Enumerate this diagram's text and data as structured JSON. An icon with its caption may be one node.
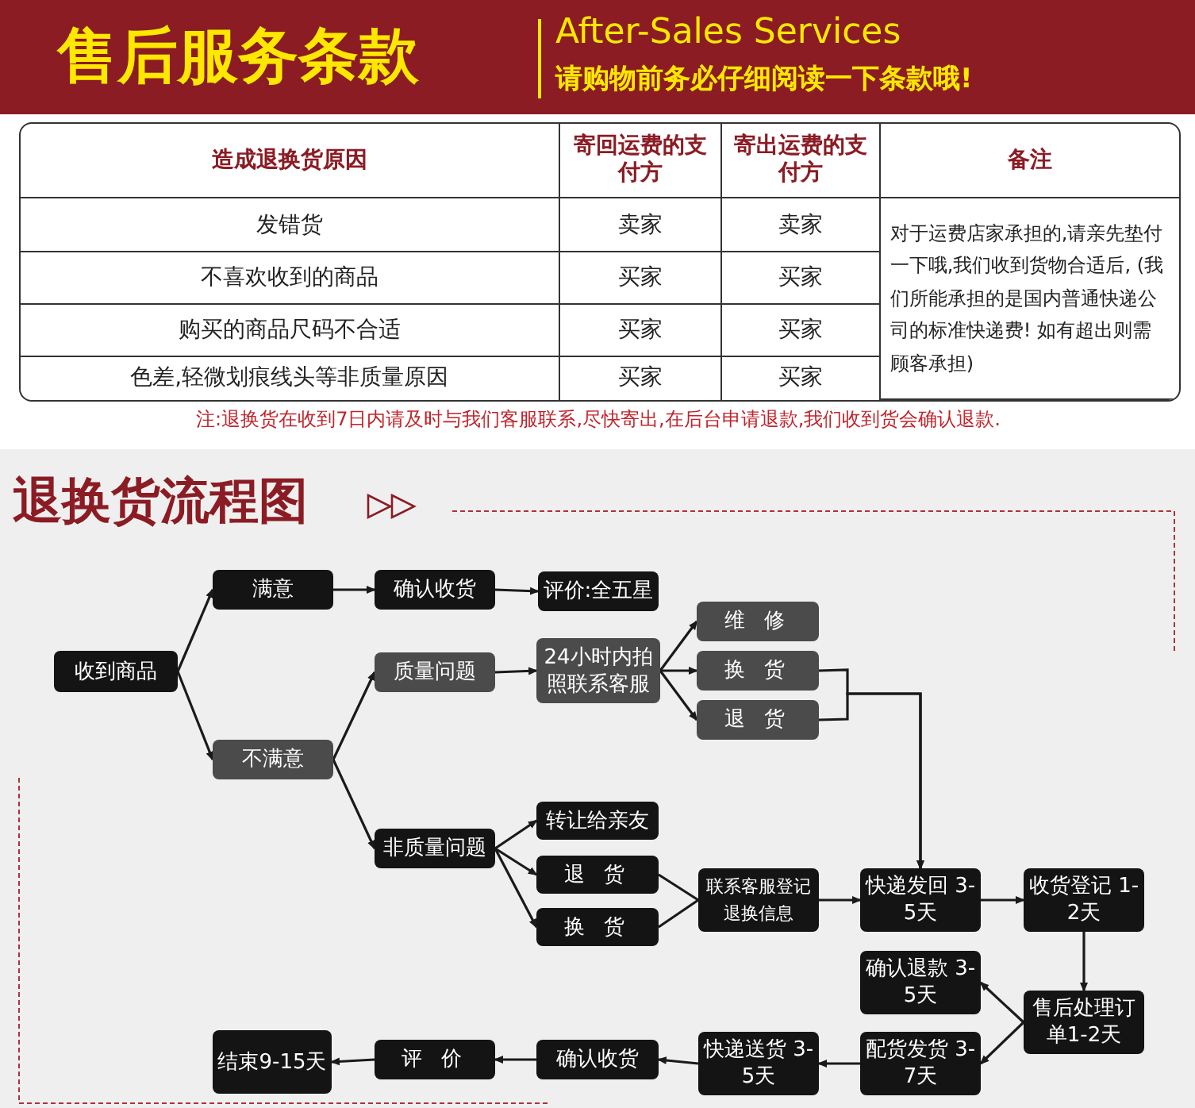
{
  "diagram": {
    "title": "售后服务条款",
    "nodes": [
      {
        "text": [
          "收到商品"
        ]
      },
      {
        "text": [
          "满意"
        ]
      },
      {
        "text": [
          "确认收货"
        ]
      },
      {
        "text": [
          "评价:全五星"
        ]
      },
      {
        "text": [
          "质量问题"
        ]
      },
      {
        "text": [
          "24小时内拍照联系客服"
        ]
      },
      {
        "text": [
          "不满意"
        ]
      },
      {
        "text": [
          "维 修"
        ]
      },
      {
        "text": [
          "换 货"
        ]
      },
      {
        "text": [
          "退 货"
        ]
      },
      {
        "text": [
          "非质量问题"
        ]
      },
      {
        "text": [
          "转让给亲友"
        ]
      },
      {
        "text": [
          "退 货"
        ]
      },
      {
        "text": [
          "换 货"
        ]
      },
      {
        "text": [
          "联系客服登记退换信息"
        ]
      },
      {
        "text": [
          "快递发回 3-5天"
        ]
      },
      {
        "text": [
          "收货登记 1-2天"
        ]
      },
      {
        "text": [
          "确认退款 3-5天"
        ]
      },
      {
        "text": [
          "售后处理订单1-2天"
        ]
      },
      {
        "text": [
          "配货发货 3-7天"
        ]
      },
      {
        "text": [
          "快递送货 3-5天"
        ]
      },
      {
        "text": [
          "确认收货"
        ]
      },
      {
        "text": [
          "评 价"
        ]
      },
      {
        "text": [
          "结束9-15天"
        ]
      }
    ],
    "edges": [
      {
        "from": 0,
        "to": 1,
        "arrow": "to"
      },
      {
        "from": 0,
        "to": 6,
        "arrow": "to"
      },
      {
        "from": 1,
        "to": 2,
        "arrow": "to"
      },
      {
        "from": 2,
        "to": 3,
        "arrow": "to"
      },
      {
        "from": 6,
        "to": 4,
        "arrow": "to"
      },
      {
        "from": 6,
        "to": 10,
        "arrow": "to"
      },
      {
        "from": 4,
        "to": 5,
        "arrow": "to"
      },
      {
        "from": 5,
        "to": 7,
        "arrow": "to"
      },
      {
        "from": 5,
        "to": 8,
        "arrow": "to"
      },
      {
        "from": 5,
        "to": 9,
        "arrow": "to"
      },
      {
        "from": 8,
        "to": 15,
        "arrow": "to"
      },
      {
        "from": 9,
        "to": 15,
        "arrow": "to"
      },
      {
        "from": 10,
        "to": 11,
        "arrow": "to"
      },
      {
        "from": 10,
        "to": 12,
        "arrow": "to"
      },
      {
        "from": 10,
        "to": 13,
        "arrow": "to"
      },
      {
        "from": 12,
        "to": 14,
        "arrow": "none"
      },
      {
        "from": 13,
        "to": 14,
        "arrow": "none"
      },
      {
        "from": 14,
        "to": 15,
        "arrow": "to"
      },
      {
        "from": 15,
        "to": 16,
        "arrow": "to"
      },
      {
        "from": 16,
        "to": 18,
        "arrow": "to"
      },
      {
        "from": 18,
        "to": 17,
        "arrow": "to"
      },
      {
        "from": 18,
        "to": 19,
        "arrow": "to"
      },
      {
        "from": 19,
        "to": 20,
        "arrow": "to"
      },
      {
        "from": 20,
        "to": 21,
        "arrow": "to"
      },
      {
        "from": 21,
        "to": 22,
        "arrow": "to"
      },
      {
        "from": 22,
        "to": 23,
        "arrow": "to"
      }
    ],
    "labels": [
      "After-Sales Services",
      "请购物前务必仔细阅读一下条款哦!",
      "造成退换货原因",
      "寄回运费的支付方",
      "寄出运费的支付方",
      "备注",
      "发错货",
      "卖家",
      "卖家",
      "对于运费店家承担的,请亲先垫付一下哦,我们收到货物合适后, (我们所能承担的是国内普通快递公司的标准快递费! 如有超出则需顾客承担)",
      "不喜欢收到的商品",
      "买家",
      "买家",
      "购买的商品尺码不合适",
      "买家",
      "买家",
      "色差,轻微划痕线头等非质量原因",
      "买家",
      "买家",
      "注:退换货在收到7日内请及时与我们客服联系,尽快寄出,在后台申请退款,我们收到货会确认退款.",
      "退换货流程图"
    ]
  }
}
